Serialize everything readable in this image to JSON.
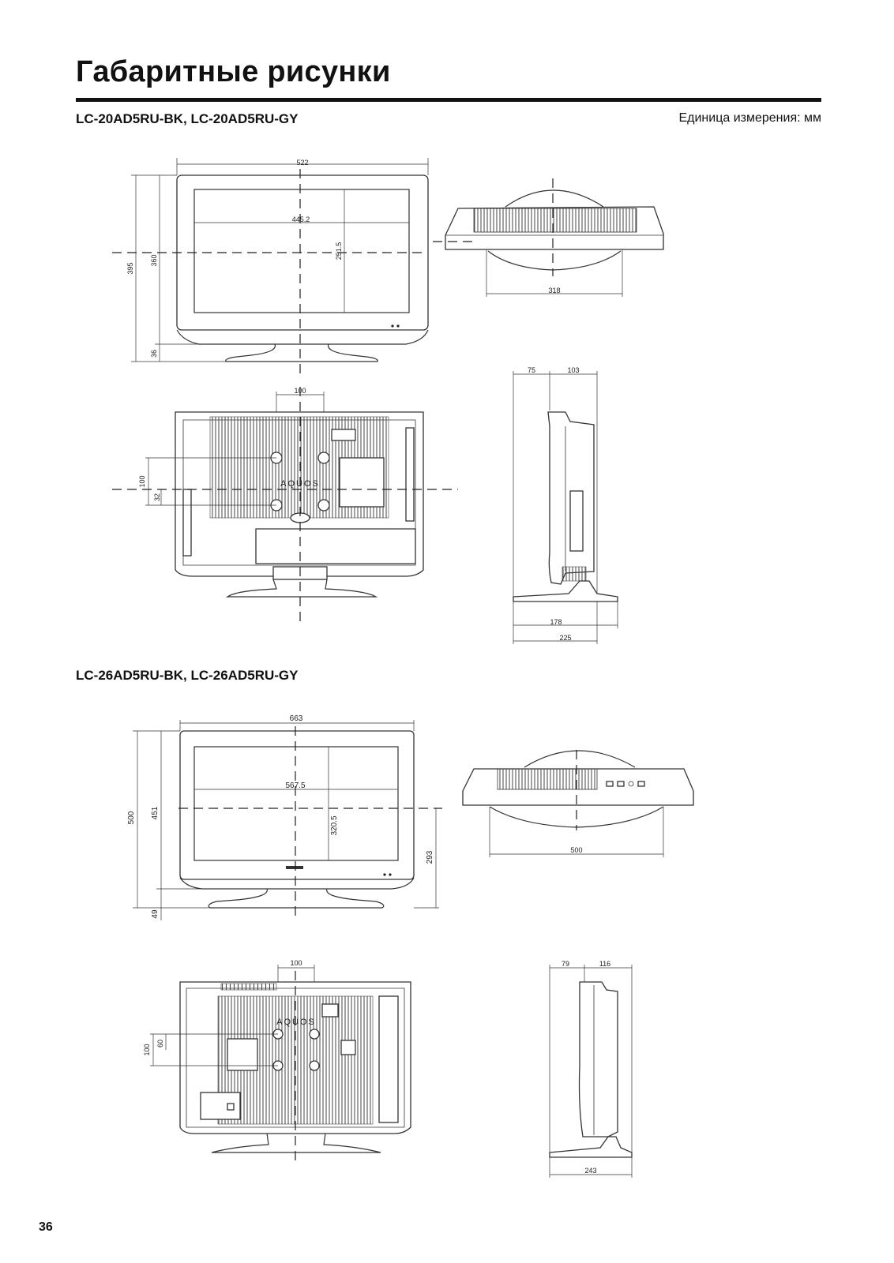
{
  "page": {
    "title": "Габаритные рисунки",
    "unit_label": "Единица измерения: мм",
    "page_number": "36"
  },
  "models": [
    {
      "heading": "LC-20AD5RU-BK, LC-20AD5RU-GY",
      "dims": {
        "width": "522",
        "screen_width": "445.2",
        "screen_height": "251.5",
        "total_height": "395",
        "body_height": "360",
        "stand_height": "36",
        "top_stand_width": "318",
        "vesa_width": "100",
        "vesa_height": "100",
        "vesa_offset": "32",
        "side_front": "75",
        "side_back": "103",
        "side_base_inner": "178",
        "side_base_total": "225"
      }
    },
    {
      "heading": "LC-26AD5RU-BK, LC-26AD5RU-GY",
      "dims": {
        "width": "663",
        "screen_width": "567.5",
        "screen_height": "320.5",
        "total_height": "500",
        "body_height": "451",
        "stand_height": "49",
        "center_height": "293",
        "top_stand_width": "500",
        "vesa_width": "100",
        "vesa_height": "100",
        "vesa_offset": "60",
        "side_front": "79",
        "side_back": "116",
        "side_base_total": "243"
      }
    }
  ],
  "brand_marks": {
    "rear_logo": "AQUOS"
  }
}
